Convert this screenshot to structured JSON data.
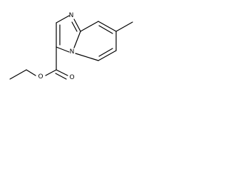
{
  "molecule": {
    "atom_labels": {
      "ring_nitrogen": "N",
      "bridgehead_nitrogen": "N",
      "ester_ether_oxygen": "O",
      "carbonyl_oxygen": "O"
    }
  }
}
